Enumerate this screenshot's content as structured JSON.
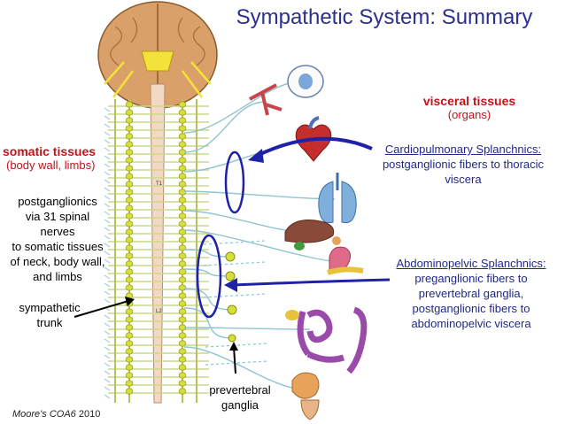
{
  "title": "Sympathetic System: Summary",
  "visceral": {
    "heading": "visceral tissues",
    "sub": "(organs)"
  },
  "somatic": {
    "heading": "somatic tissues",
    "sub": "(body wall, limbs)"
  },
  "postganglionics": [
    "postganglionics",
    "via 31 spinal",
    "nerves",
    "to somatic tissues",
    "of neck, body wall,",
    "and limbs"
  ],
  "trunk": [
    "sympathetic",
    "trunk"
  ],
  "prevertebral": [
    "prevertebral",
    "ganglia"
  ],
  "cardio": {
    "heading": "Cardiopulmonary Splanchnics:",
    "lines": [
      "postganglionic fibers to thoracic",
      "viscera"
    ]
  },
  "abdomino": {
    "heading": "Abdominopelvic Splanchnics:",
    "lines": [
      "preganglionic fibers to",
      "prevertebral ganglia,",
      "postganglionic fibers to",
      "abdominopelvic viscera"
    ]
  },
  "credit": {
    "book": "Moore's COA6",
    "year": "2010"
  },
  "spine_labels": {
    "t1": "T1",
    "l2": "L2"
  },
  "colors": {
    "title": "#2b2f8f",
    "red_text": "#c0141b",
    "blue_text": "#1f2a86",
    "arrow": "#1e22a6",
    "nerve": "#8fc5cf",
    "ganglion": "#d6df3a",
    "brain": "#d9a06a"
  }
}
